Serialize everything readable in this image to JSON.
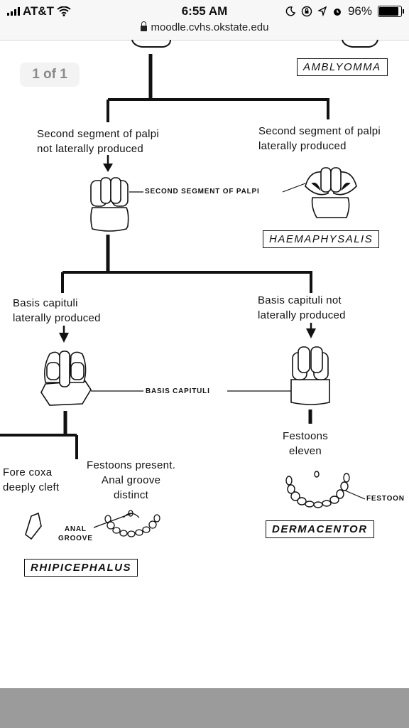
{
  "status_bar": {
    "carrier": "AT&T",
    "time": "6:55 AM",
    "battery": "96%",
    "battery_level": 0.96,
    "url": "moodle.cvhs.okstate.edu",
    "icons": [
      "signal-icon",
      "wifi-icon",
      "moon-icon",
      "rotation-lock-icon",
      "location-icon",
      "alarm-icon",
      "battery-icon",
      "lock-icon"
    ]
  },
  "viewer": {
    "page_counter": "1 of 1"
  },
  "key": {
    "amblyomma": "AMBLYOMMA",
    "palpi_not_produced": "Second segment of palpi\nnot laterally produced",
    "palpi_produced": "Second segment of palpi\nlaterally produced",
    "palpi_label": "SECOND SEGMENT OF PALPI",
    "haemaphysalis": "HAEMAPHYSALIS",
    "basis_produced": "Basis capituli\nlaterally produced",
    "basis_not_produced": "Basis capituli not\nlaterally produced",
    "basis_label": "BASIS CAPITULI",
    "festoons_eleven": "Festoons\neleven",
    "festoon_label": "FESTOON",
    "fore_coxa": "Fore coxa\ndeeply cleft",
    "festoons_present": "Festoons present.\nAnal groove\ndistinct",
    "anal_groove_label": "ANAL\nGROOVE",
    "dermacentor": "DERMACENTOR",
    "rhipicephalus": "RHIPICEPHALUS"
  }
}
